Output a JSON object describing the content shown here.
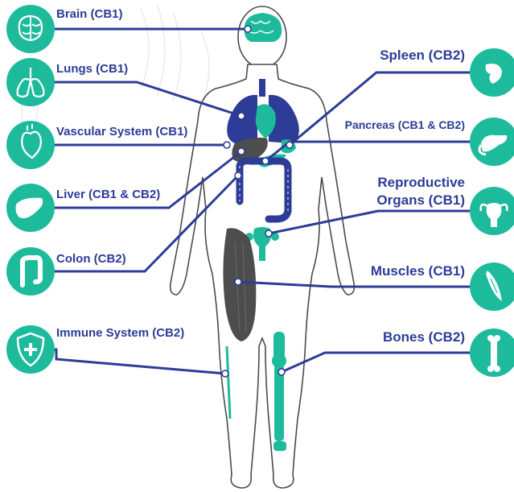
{
  "labels": {
    "brain": "Brain (CB1)",
    "lungs": "Lungs (CB1)",
    "vascular": "Vascular System (CB1)",
    "liver": "Liver (CB1 & CB2)",
    "colon": "Colon (CB2)",
    "immune": "Immune System (CB2)",
    "spleen": "Spleen (CB2)",
    "pancreas": "Pancreas (CB1 & CB2)",
    "reproductive_1": "Reproductive",
    "reproductive_2": "Organs (CB1)",
    "muscles": "Muscles (CB1)",
    "bones": "Bones (CB2)"
  },
  "colors": {
    "navy": "#2c3c97",
    "teal": "#1dbb9c",
    "body_outline": "#4b4b4b",
    "dark_organ": "#4d4d4d",
    "watermark": "#d7dbe9"
  },
  "icons": {
    "brain": "brain-icon",
    "lungs": "lungs-icon",
    "vascular": "heart-icon",
    "liver": "liver-icon",
    "colon": "colon-icon",
    "immune": "shield-cross-icon",
    "spleen": "spleen-icon",
    "pancreas": "pancreas-icon",
    "reproductive": "uterus-icon",
    "muscles": "muscle-icon",
    "bones": "bone-icon"
  }
}
